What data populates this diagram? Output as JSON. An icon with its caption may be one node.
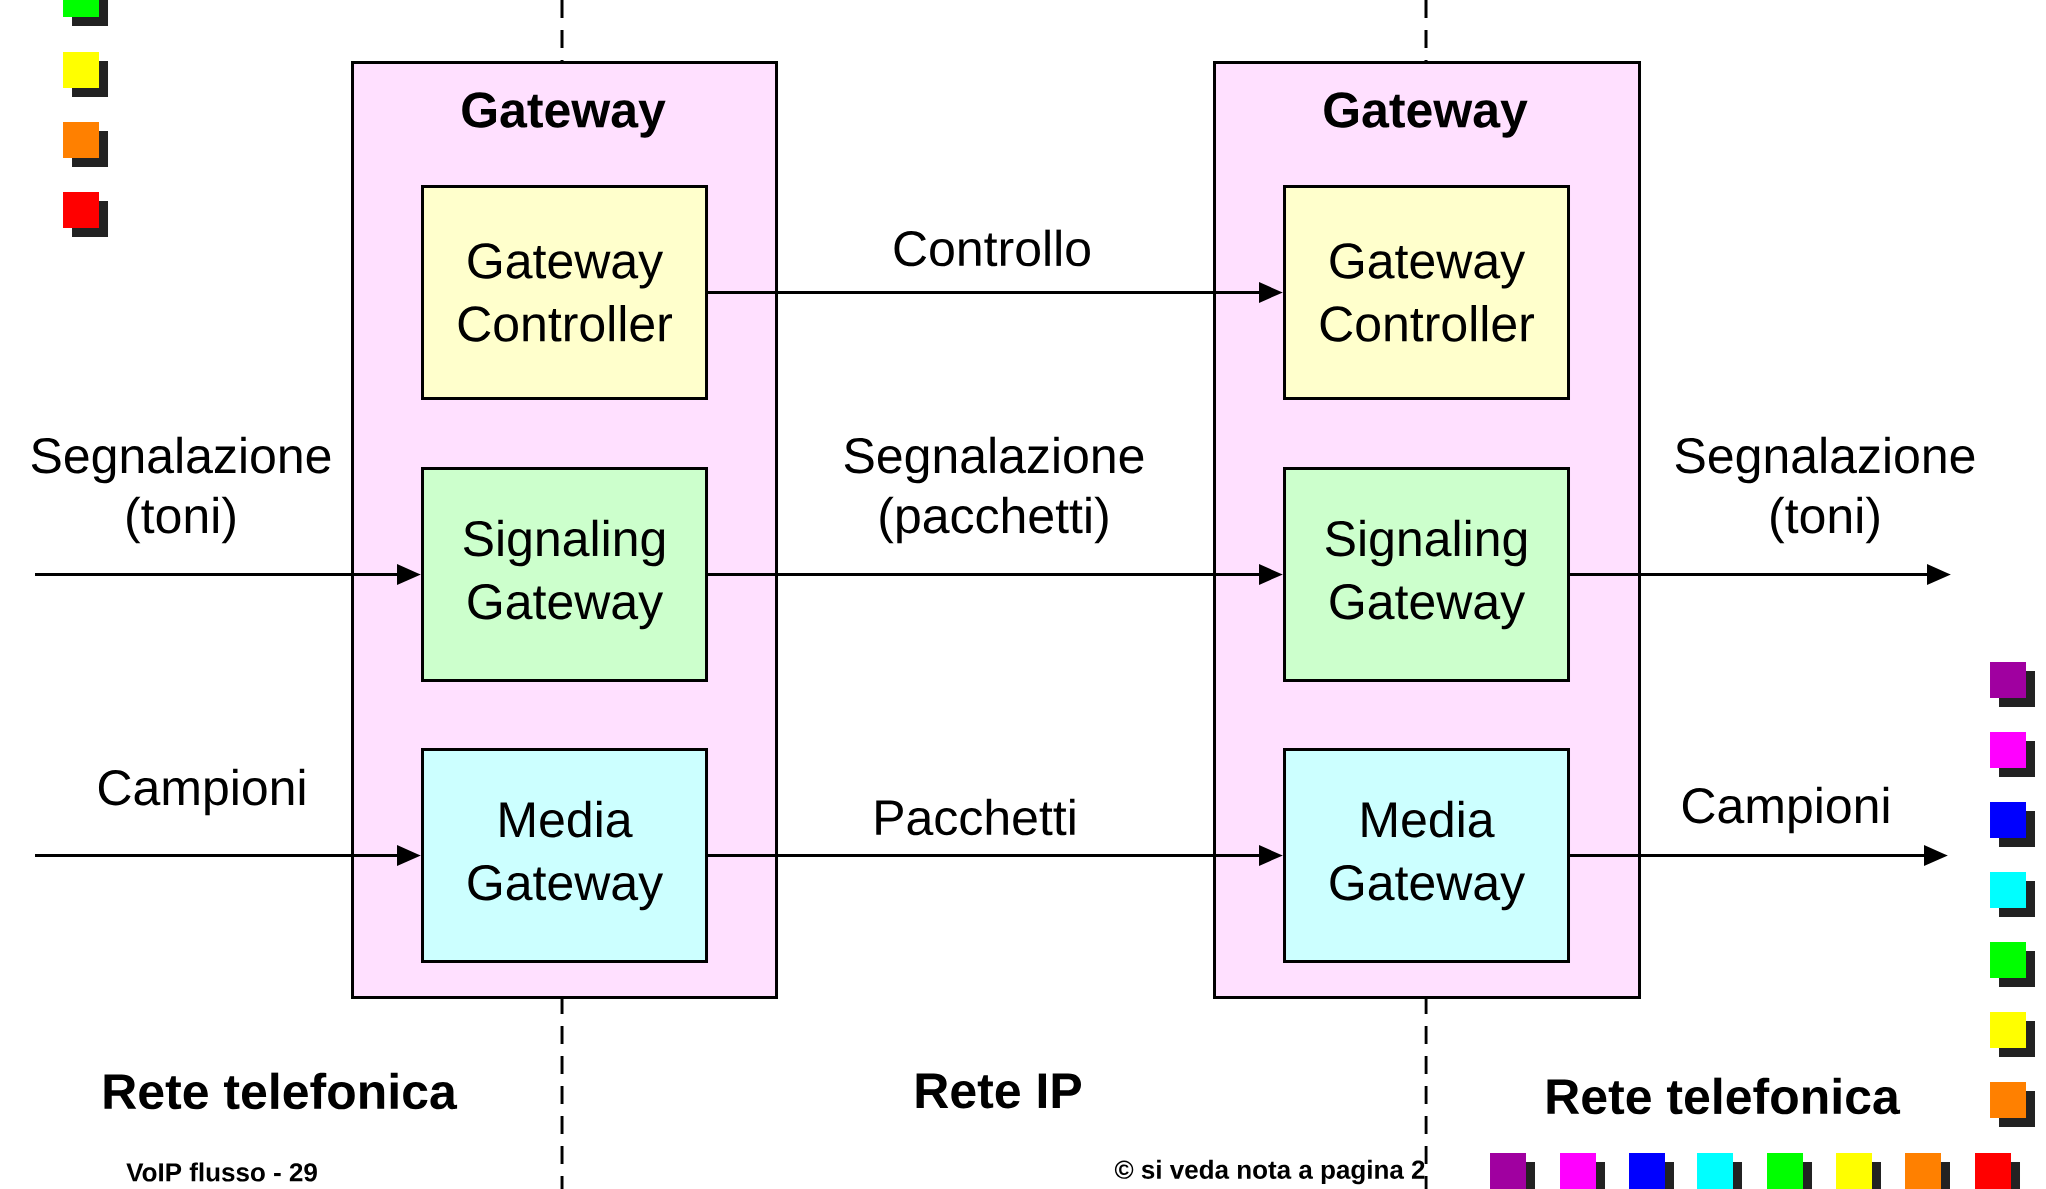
{
  "diagram": {
    "nodes": [
      {
        "text": [
          "Gateway"
        ]
      },
      {
        "text": [
          "Gateway Controller"
        ],
        "in": 0
      },
      {
        "text": [
          "Signaling Gateway"
        ],
        "in": 0
      },
      {
        "text": [
          "Media Gateway"
        ],
        "in": 0
      },
      {
        "text": [
          "Gateway"
        ]
      },
      {
        "text": [
          "Gateway Controller"
        ],
        "in": 4
      },
      {
        "text": [
          "Signaling Gateway"
        ],
        "in": 4
      },
      {
        "text": [
          "Media Gateway"
        ],
        "in": 4
      }
    ],
    "edges": [
      {
        "from": 1,
        "to": 5,
        "arrow": "to",
        "label": "Controllo"
      },
      {
        "from": null,
        "to": 2,
        "arrow": "to",
        "label": "Segnalazione (toni)"
      },
      {
        "from": 2,
        "to": 6,
        "arrow": "to",
        "label": "Segnalazione (pacchetti)"
      },
      {
        "from": 6,
        "to": null,
        "arrow": "to",
        "label": "Segnalazione (toni)"
      },
      {
        "from": null,
        "to": 3,
        "arrow": "to",
        "label": "Campioni"
      },
      {
        "from": 3,
        "to": 7,
        "arrow": "to",
        "label": "Pacchetti"
      },
      {
        "from": 7,
        "to": null,
        "arrow": "to",
        "label": "Campioni"
      }
    ],
    "labels": [
      "Rete telefonica",
      "Rete IP",
      "Rete telefonica",
      "VoIP flusso - 29",
      "© si veda nota a pagina 2"
    ]
  }
}
